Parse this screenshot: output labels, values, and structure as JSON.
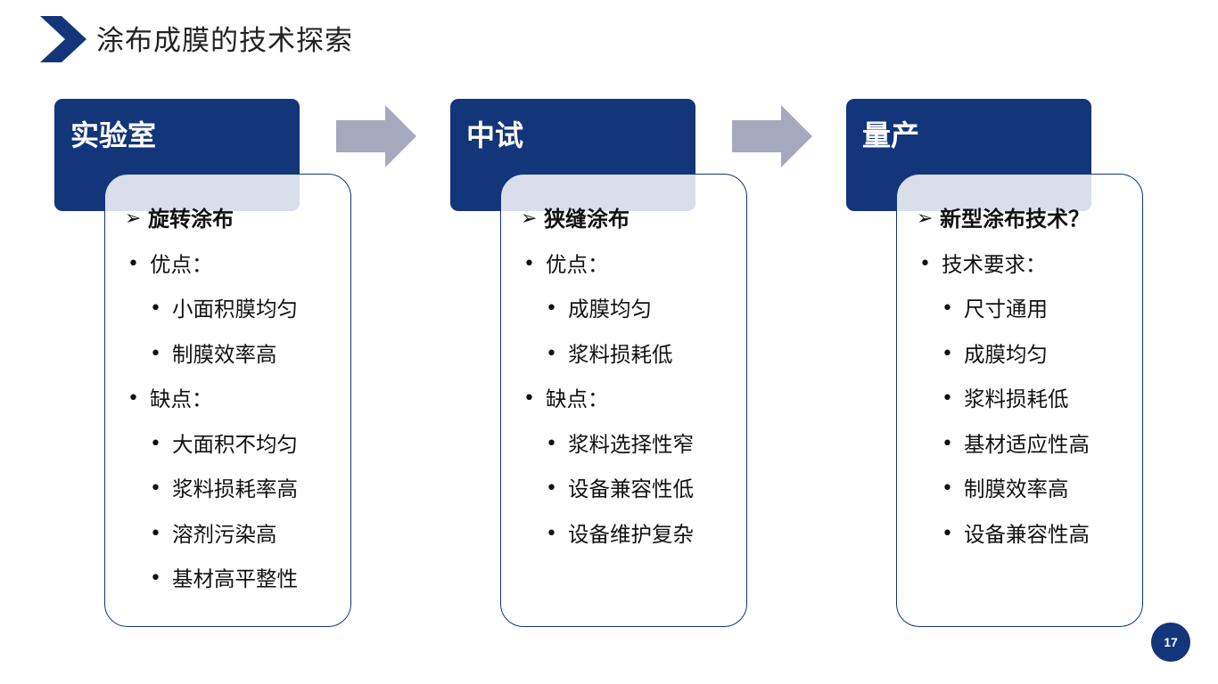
{
  "page": {
    "title": "涂布成膜的技术探索",
    "page_number": "17"
  },
  "icons": {
    "title_marker": "chevron-right-icon",
    "flow": "arrow-right-icon",
    "heading_bullet": "arrowhead-bullet-icon",
    "item_bullet": "dot-bullet-icon"
  },
  "colors": {
    "primary": "#13357a",
    "arrow": "#a6a9bd",
    "text": "#111111"
  },
  "stages": [
    {
      "title": "实验室",
      "items": [
        {
          "level": "head",
          "mark": "➢",
          "text": "旋转涂布"
        },
        {
          "level": "1",
          "mark": "•",
          "text": "优点："
        },
        {
          "level": "2",
          "mark": "•",
          "text": "小面积膜均匀"
        },
        {
          "level": "2",
          "mark": "•",
          "text": "制膜效率高"
        },
        {
          "level": "1",
          "mark": "•",
          "text": "缺点："
        },
        {
          "level": "2",
          "mark": "•",
          "text": "大面积不均匀"
        },
        {
          "level": "2",
          "mark": "•",
          "text": "浆料损耗率高"
        },
        {
          "level": "2",
          "mark": "•",
          "text": "溶剂污染高"
        },
        {
          "level": "2",
          "mark": "•",
          "text": "基材高平整性"
        }
      ]
    },
    {
      "title": "中试",
      "items": [
        {
          "level": "head",
          "mark": "➢",
          "text": "狭缝涂布"
        },
        {
          "level": "1",
          "mark": "•",
          "text": "优点："
        },
        {
          "level": "2",
          "mark": "•",
          "text": "成膜均匀"
        },
        {
          "level": "2",
          "mark": "•",
          "text": "浆料损耗低"
        },
        {
          "level": "1",
          "mark": "•",
          "text": "缺点："
        },
        {
          "level": "2",
          "mark": "•",
          "text": "浆料选择性窄"
        },
        {
          "level": "2",
          "mark": "•",
          "text": "设备兼容性低"
        },
        {
          "level": "2",
          "mark": "•",
          "text": "设备维护复杂"
        }
      ]
    },
    {
      "title": "量产",
      "items": [
        {
          "level": "head",
          "mark": "➢",
          "text": "新型涂布技术？"
        },
        {
          "level": "1",
          "mark": "•",
          "text": "技术要求："
        },
        {
          "level": "2",
          "mark": "•",
          "text": "尺寸通用"
        },
        {
          "level": "2",
          "mark": "•",
          "text": "成膜均匀"
        },
        {
          "level": "2",
          "mark": "•",
          "text": "浆料损耗低"
        },
        {
          "level": "2",
          "mark": "•",
          "text": "基材适应性高"
        },
        {
          "level": "2",
          "mark": "•",
          "text": "制膜效率高"
        },
        {
          "level": "2",
          "mark": "•",
          "text": "设备兼容性高"
        }
      ]
    }
  ]
}
